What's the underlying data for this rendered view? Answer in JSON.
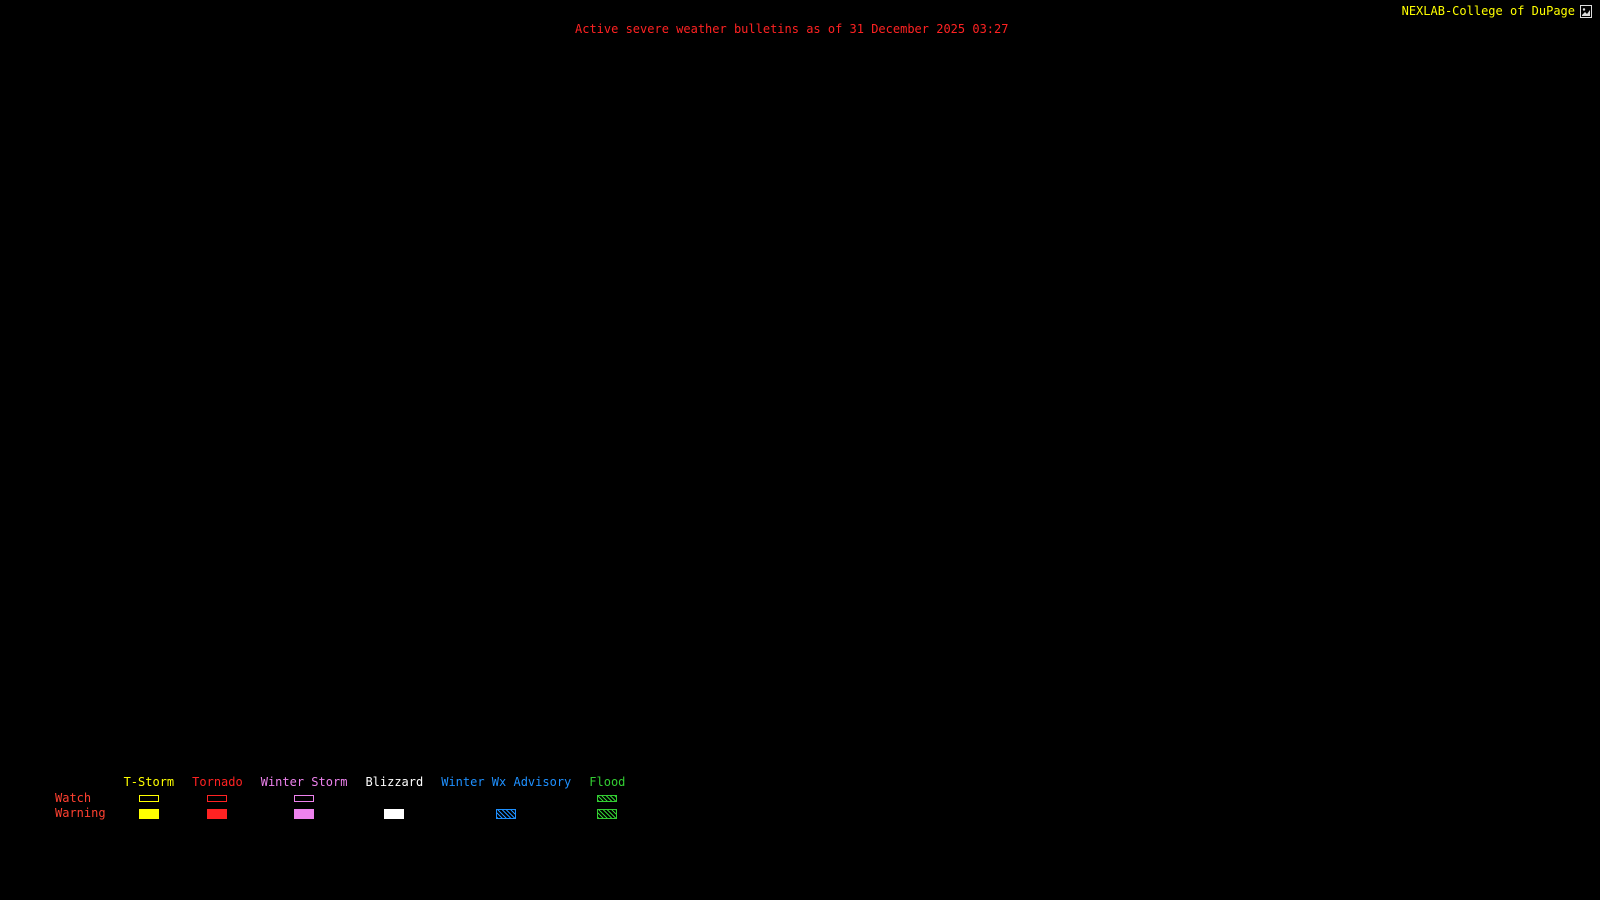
{
  "header": {
    "brand": "NEXLAB-College of DuPage",
    "title": "Active severe weather bulletins as of 31 December 2025 03:27"
  },
  "colors": {
    "background": "#000000",
    "brand_text": "#FFFF00",
    "title_text": "#FF2222",
    "row_label_text": "#FF4030"
  },
  "legend": {
    "watch_label": "Watch",
    "warning_label": "Warning",
    "columns": [
      {
        "id": "t-storm",
        "label": "T-Storm",
        "color": "#FFFF00",
        "watch": "outline",
        "warning": "fill"
      },
      {
        "id": "tornado",
        "label": "Tornado",
        "color": "#FF2222",
        "watch": "outline",
        "warning": "fill"
      },
      {
        "id": "winter-storm",
        "label": "Winter Storm",
        "color": "#EE82EE",
        "watch": "outline",
        "warning": "fill"
      },
      {
        "id": "blizzard",
        "label": "Blizzard",
        "color": "#FFFFFF",
        "watch": "none",
        "warning": "fill"
      },
      {
        "id": "winter-wx-advisory",
        "label": "Winter Wx Advisory",
        "color": "#1E90FF",
        "watch": "none",
        "warning": "hatch"
      },
      {
        "id": "flood",
        "label": "Flood",
        "color": "#32CD32",
        "watch": "hatch",
        "warning": "hatch"
      }
    ]
  }
}
